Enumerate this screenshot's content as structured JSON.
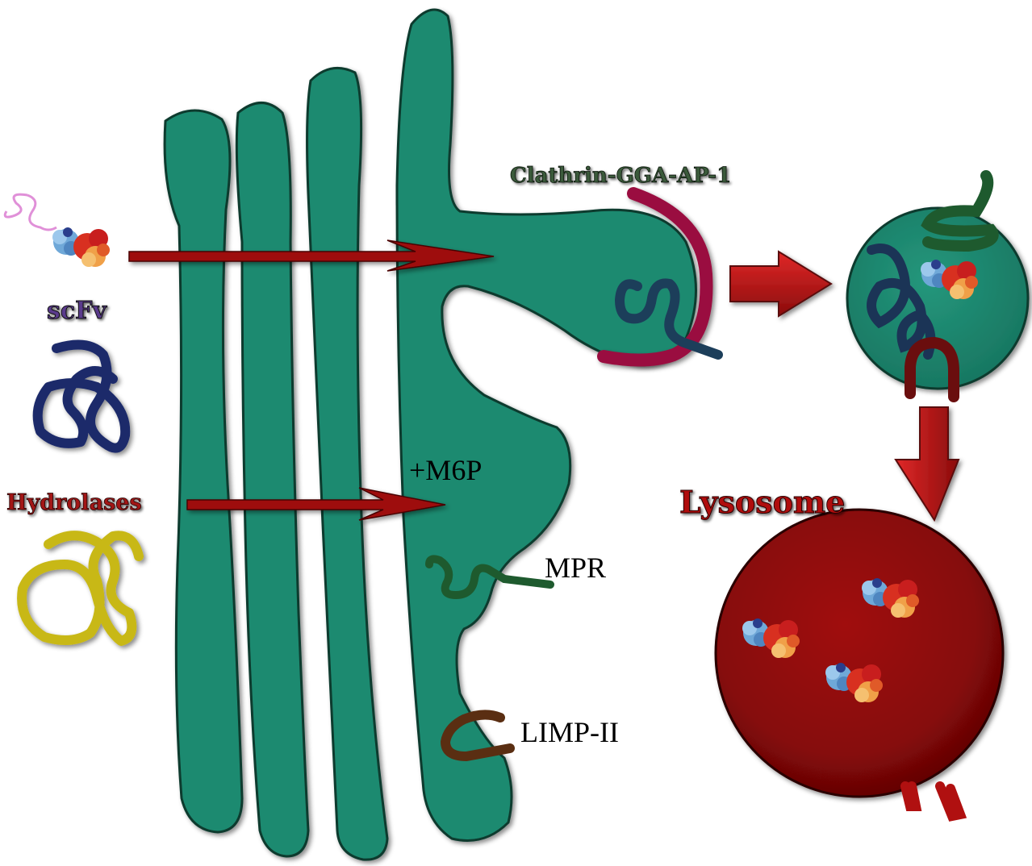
{
  "labels": {
    "scfv": "scFv",
    "hydrolases": "Hydrolases",
    "m6p": "+M6P",
    "mpr": "MPR",
    "limp": "LIMP-II",
    "clathrin": "Clathrin-GGA-AP-1",
    "lysosome": "Lysosome"
  },
  "colors": {
    "golgi": "#1e8a70",
    "golgi_edge": "#0b3a2f",
    "arrow": "#b01515",
    "lysosome": "#8a0a0a",
    "clathrin": "#9a1040",
    "scfv_label": "#5a3a8c",
    "hydrolases_label": "#a31818",
    "clathrin_label": "#3a5a3a",
    "lysosome_label": "#b01010",
    "mpr": "#1e5a2e",
    "limp": "#5a2e12",
    "navy_coil": "#1b2a6a",
    "yellow_coil": "#c8b818"
  },
  "icons": [
    "scfv-protein-icon",
    "navy-coil-icon",
    "yellow-coil-icon",
    "mpr-receptor-icon",
    "limp-receptor-icon"
  ]
}
